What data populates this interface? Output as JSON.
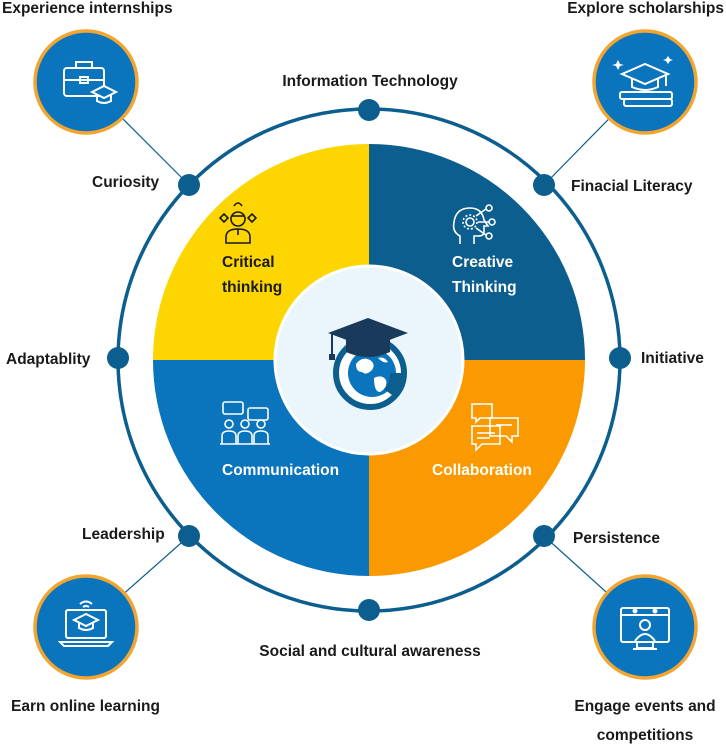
{
  "colors": {
    "ring": "#0b5e8e",
    "dot": "#0b5e8e",
    "connector": "#0b5e8e",
    "badge_fill": "#0a74bd",
    "badge_border": "#f2a531",
    "q_top_left": "#fdd500",
    "q_top_right": "#0b5e8e",
    "q_bottom_right": "#fb9a00",
    "q_bottom_left": "#0a74bd",
    "center_fill": "#eaf5fc"
  },
  "corners": {
    "top_left": {
      "title": "Experience internships",
      "icon": "briefcase-graduation-icon"
    },
    "top_right": {
      "title": "Explore scholarships",
      "icon": "graduation-cap-books-icon"
    },
    "bottom_left": {
      "title": "Earn online learning",
      "icon": "laptop-graduation-icon"
    },
    "bottom_right": {
      "line1": "Engage events and",
      "line2": "competitions",
      "icon": "video-conference-icon"
    }
  },
  "ring_labels": {
    "top": "Information Technology",
    "upper_left": "Curiosity",
    "upper_right": "Finacial Literacy",
    "left": "Adaptablity",
    "right": "Initiative",
    "lower_left": "Leadership",
    "lower_right": "Persistence",
    "bottom": "Social and cultural awareness"
  },
  "quadrants": {
    "top_left": {
      "line1": "Critical",
      "line2": "thinking",
      "icon": "person-thinking-icon"
    },
    "top_right": {
      "line1": "Creative",
      "line2": "Thinking",
      "icon": "head-gears-icon"
    },
    "bottom_left": {
      "label": "Communication",
      "icon": "people-chat-icon"
    },
    "bottom_right": {
      "label": "Collaboration",
      "icon": "speech-bubbles-icon"
    }
  },
  "center": {
    "icon": "globe-graduation-cap-logo"
  }
}
